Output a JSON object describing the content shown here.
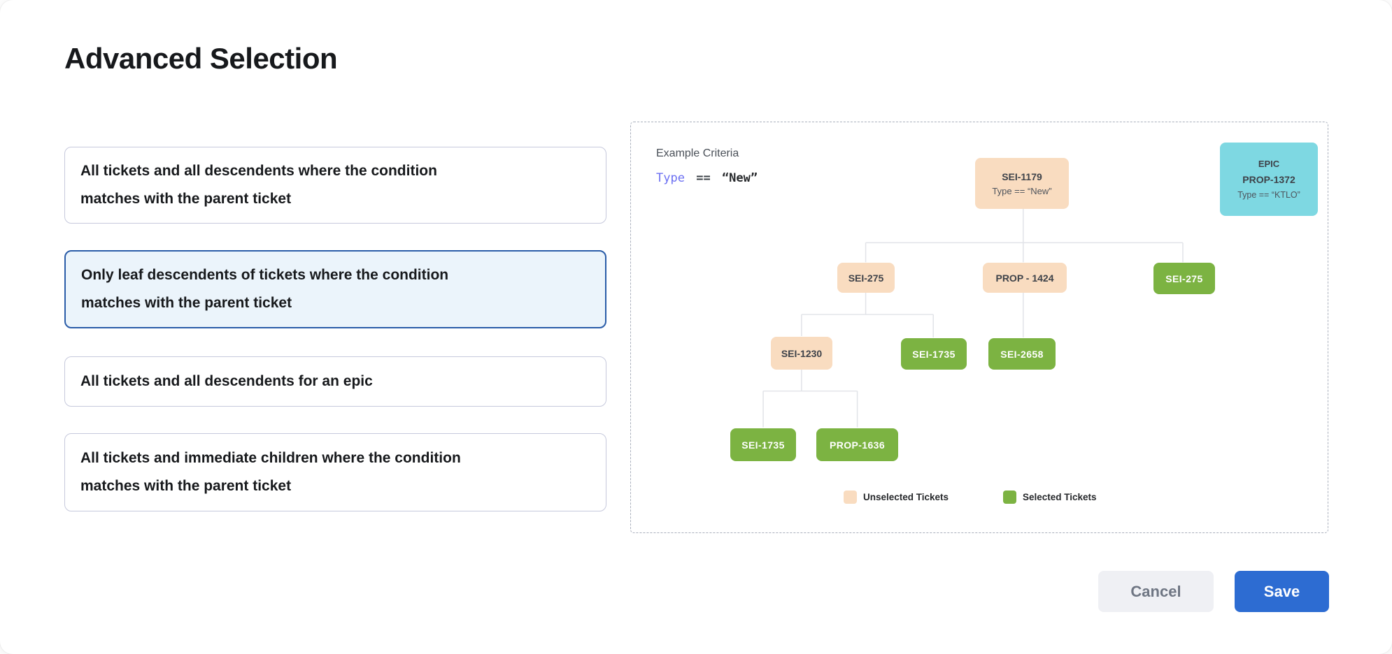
{
  "page": {
    "title": "Advanced Selection"
  },
  "options": [
    {
      "label": "All tickets and all descendents where the condition matches with the parent ticket",
      "selected": false
    },
    {
      "label": "Only leaf descendents of tickets where the condition matches with the parent ticket",
      "selected": true
    },
    {
      "label": "All tickets and all descendents for an epic",
      "selected": false
    },
    {
      "label": "All tickets and immediate children where the condition matches with the parent ticket",
      "selected": false
    }
  ],
  "example_panel": {
    "heading": "Example Criteria",
    "criteria": {
      "field": "Type",
      "operator": "==",
      "value": "“New”"
    },
    "tree": {
      "root": {
        "id": "SEI-1179",
        "condition": "Type == “New”",
        "state": "unselected"
      },
      "epic": {
        "kind": "EPIC",
        "id": "PROP-1372",
        "condition": "Type == “KTLO”"
      },
      "level2": [
        {
          "id": "SEI-275",
          "state": "unselected"
        },
        {
          "id": "PROP - 1424",
          "state": "unselected"
        },
        {
          "id": "SEI-275",
          "state": "selected"
        }
      ],
      "level3": [
        {
          "id": "SEI-1230",
          "state": "unselected"
        },
        {
          "id": "SEI-1735",
          "state": "selected"
        },
        {
          "id": "SEI-2658",
          "state": "selected"
        }
      ],
      "level4": [
        {
          "id": "SEI-1735",
          "state": "selected"
        },
        {
          "id": "PROP-1636",
          "state": "selected"
        }
      ]
    },
    "legend": [
      {
        "label": "Unselected Tickets",
        "color": "#F9DCC0"
      },
      {
        "label": "Selected Tickets",
        "color": "#7CB342"
      }
    ]
  },
  "actions": {
    "cancel": "Cancel",
    "save": "Save"
  },
  "colors": {
    "accent_blue": "#2D6CD2",
    "selected_card_border": "#2A5CA8",
    "selected_card_bg": "#EBF4FB",
    "unselected_ticket": "#F9DCC0",
    "selected_ticket": "#7CB342",
    "epic_ticket": "#7ED8E2",
    "connector": "#E1E3E8"
  }
}
